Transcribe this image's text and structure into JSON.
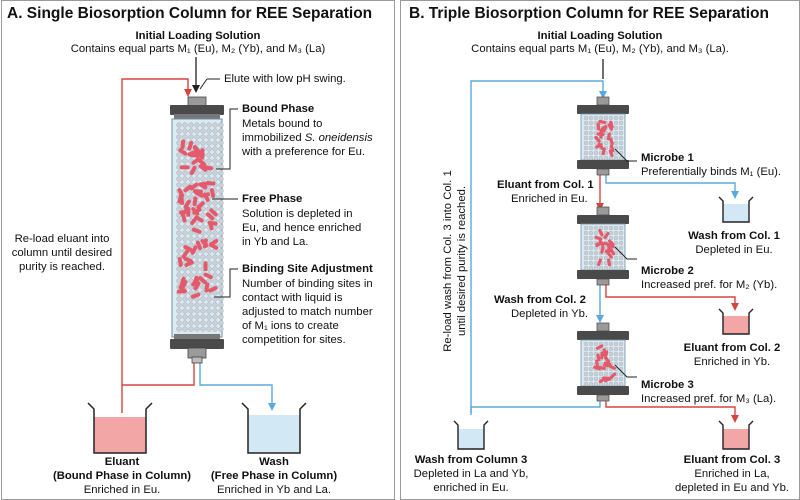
{
  "panel_a": {
    "title": "A. Single Biosorption Column for REE Separation",
    "initial_title": "Initial Loading Solution",
    "initial_text": "Contains equal parts M₁ (Eu), M₂ (Yb), and M₃ (La)",
    "elute": "Elute with low pH swing.",
    "bound_title": "Bound Phase",
    "bound_l1": "Metals bound to",
    "bound_l2a": "immobilized ",
    "bound_l2b": "S. oneidensis",
    "bound_l3": "with a preference for Eu.",
    "free_title": "Free Phase",
    "free_l1": "Solution is depleted in",
    "free_l2": "Eu, and hence enriched",
    "free_l3": "in Yb and La.",
    "bsa_title": "Binding Site Adjustment",
    "bsa_l1": "Number of binding sites in",
    "bsa_l2": "contact with liquid is",
    "bsa_l3": "adjusted to match number",
    "bsa_l4": "of M₁ ions to create",
    "bsa_l5": "competition for sites.",
    "reload_l1": "Re-load eluant into",
    "reload_l2": "column until desired",
    "reload_l3": "purity is reached.",
    "eluant_title_1": "Eluant",
    "eluant_title_2": "(Bound Phase in Column)",
    "eluant_text": "Enriched in Eu.",
    "wash_title_1": "Wash",
    "wash_title_2": "(Free Phase in Column)",
    "wash_text": "Enriched in Yb and La."
  },
  "panel_b": {
    "title": "B. Triple Biosorption Column for REE Separation",
    "initial_title": "Initial Loading Solution",
    "initial_text": "Contains equal parts M₁ (Eu), M₂ (Yb), and M₃ (La).",
    "microbe1_title": "Microbe 1",
    "microbe1_text": "Preferentially binds M₁ (Eu).",
    "eluant1_title": "Eluant from Col. 1",
    "eluant1_text": "Enriched in Eu.",
    "wash1_title": "Wash from Col. 1",
    "wash1_text": "Depleted in Eu.",
    "microbe2_title": "Microbe 2",
    "microbe2_text": "Increased pref. for M₂ (Yb).",
    "wash2_title": "Wash from Col. 2",
    "wash2_text": "Depleted in Yb.",
    "eluant2_title": "Eluant from Col. 2",
    "eluant2_text": "Enriched in Yb.",
    "microbe3_title": "Microbe 3",
    "microbe3_text": "Increased pref. for M₃ (La).",
    "wash3_title": "Wash from Column 3",
    "wash3_l1": "Depleted in La and Yb,",
    "wash3_l2": "enriched in Eu.",
    "eluant3_title": "Eluant from Col. 3",
    "eluant3_l1": "Enriched in La,",
    "eluant3_l2": "depleted in Eu and Yb.",
    "reload_v1": "Re-load wash from Col. 3 into Col. 1",
    "reload_v2": "until desired purity is reached."
  },
  "colors": {
    "red": "#d6453d",
    "blue": "#5aa9dc",
    "column_body": "#dbe9f3",
    "cap": "#4a4a4a",
    "beaker_red": "#f2a6a6",
    "beaker_blue": "#d3e8f5"
  }
}
